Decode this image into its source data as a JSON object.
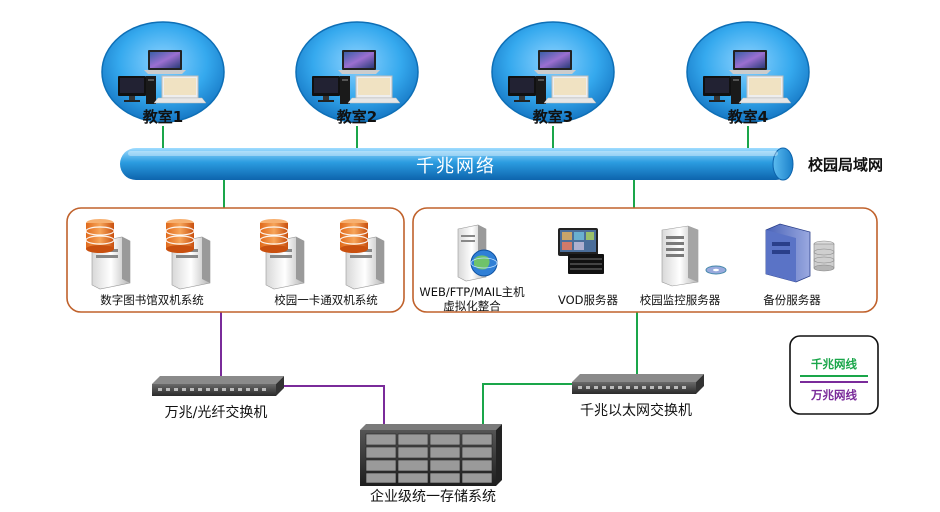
{
  "classrooms": [
    {
      "label": "教室1"
    },
    {
      "label": "教室2"
    },
    {
      "label": "教室3"
    },
    {
      "label": "教室4"
    }
  ],
  "backbone": {
    "title": "千兆网络",
    "network_label": "校园局域网"
  },
  "left_group": {
    "systems": [
      {
        "label": "数字图书馆双机系统",
        "icon": "database-server-pair-icon"
      },
      {
        "label": "校园一卡通双机系统",
        "icon": "database-server-pair-icon"
      }
    ]
  },
  "right_group": {
    "servers": [
      {
        "label_line1": "WEB/FTP/MAIL主机",
        "label_line2": "虚拟化整合",
        "icon": "globe-server-icon"
      },
      {
        "label_line1": "VOD服务器",
        "label_line2": "",
        "icon": "video-server-icon"
      },
      {
        "label_line1": "校园监控服务器",
        "label_line2": "",
        "icon": "tower-server-icon"
      },
      {
        "label_line1": "备份服务器",
        "label_line2": "",
        "icon": "backup-server-icon"
      }
    ]
  },
  "switches": {
    "fiber": {
      "label": "万兆/光纤交换机"
    },
    "ethernet": {
      "label": "千兆以太网交换机"
    }
  },
  "storage": {
    "label": "企业级统一存储系统"
  },
  "legend": {
    "gigabit": {
      "label": "千兆网线",
      "color": "#1aa64a"
    },
    "ten_gigabit": {
      "label": "万兆网线",
      "color": "#7a2b9a"
    }
  },
  "colors": {
    "group_border": "#c0622c",
    "backbone": "#1e8fd0",
    "cloud": "#1a8fd6"
  }
}
